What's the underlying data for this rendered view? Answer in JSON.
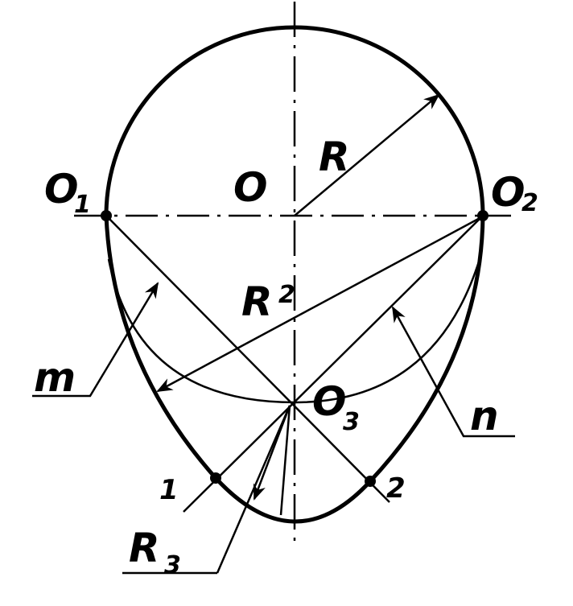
{
  "figure": {
    "labels": {
      "o1": "O",
      "o1_sub": "1",
      "o": "O",
      "o2": "O",
      "o2_sub": "2",
      "o3": "O",
      "o3_sub": "3",
      "r": "R",
      "r2": "R",
      "r2_sub": "2",
      "r3": "R",
      "r3_sub": "3",
      "m": "m",
      "n": "n",
      "p1": "1",
      "p2": "2"
    },
    "colors": {
      "ink": "#000000",
      "background": "#ffffff"
    }
  }
}
